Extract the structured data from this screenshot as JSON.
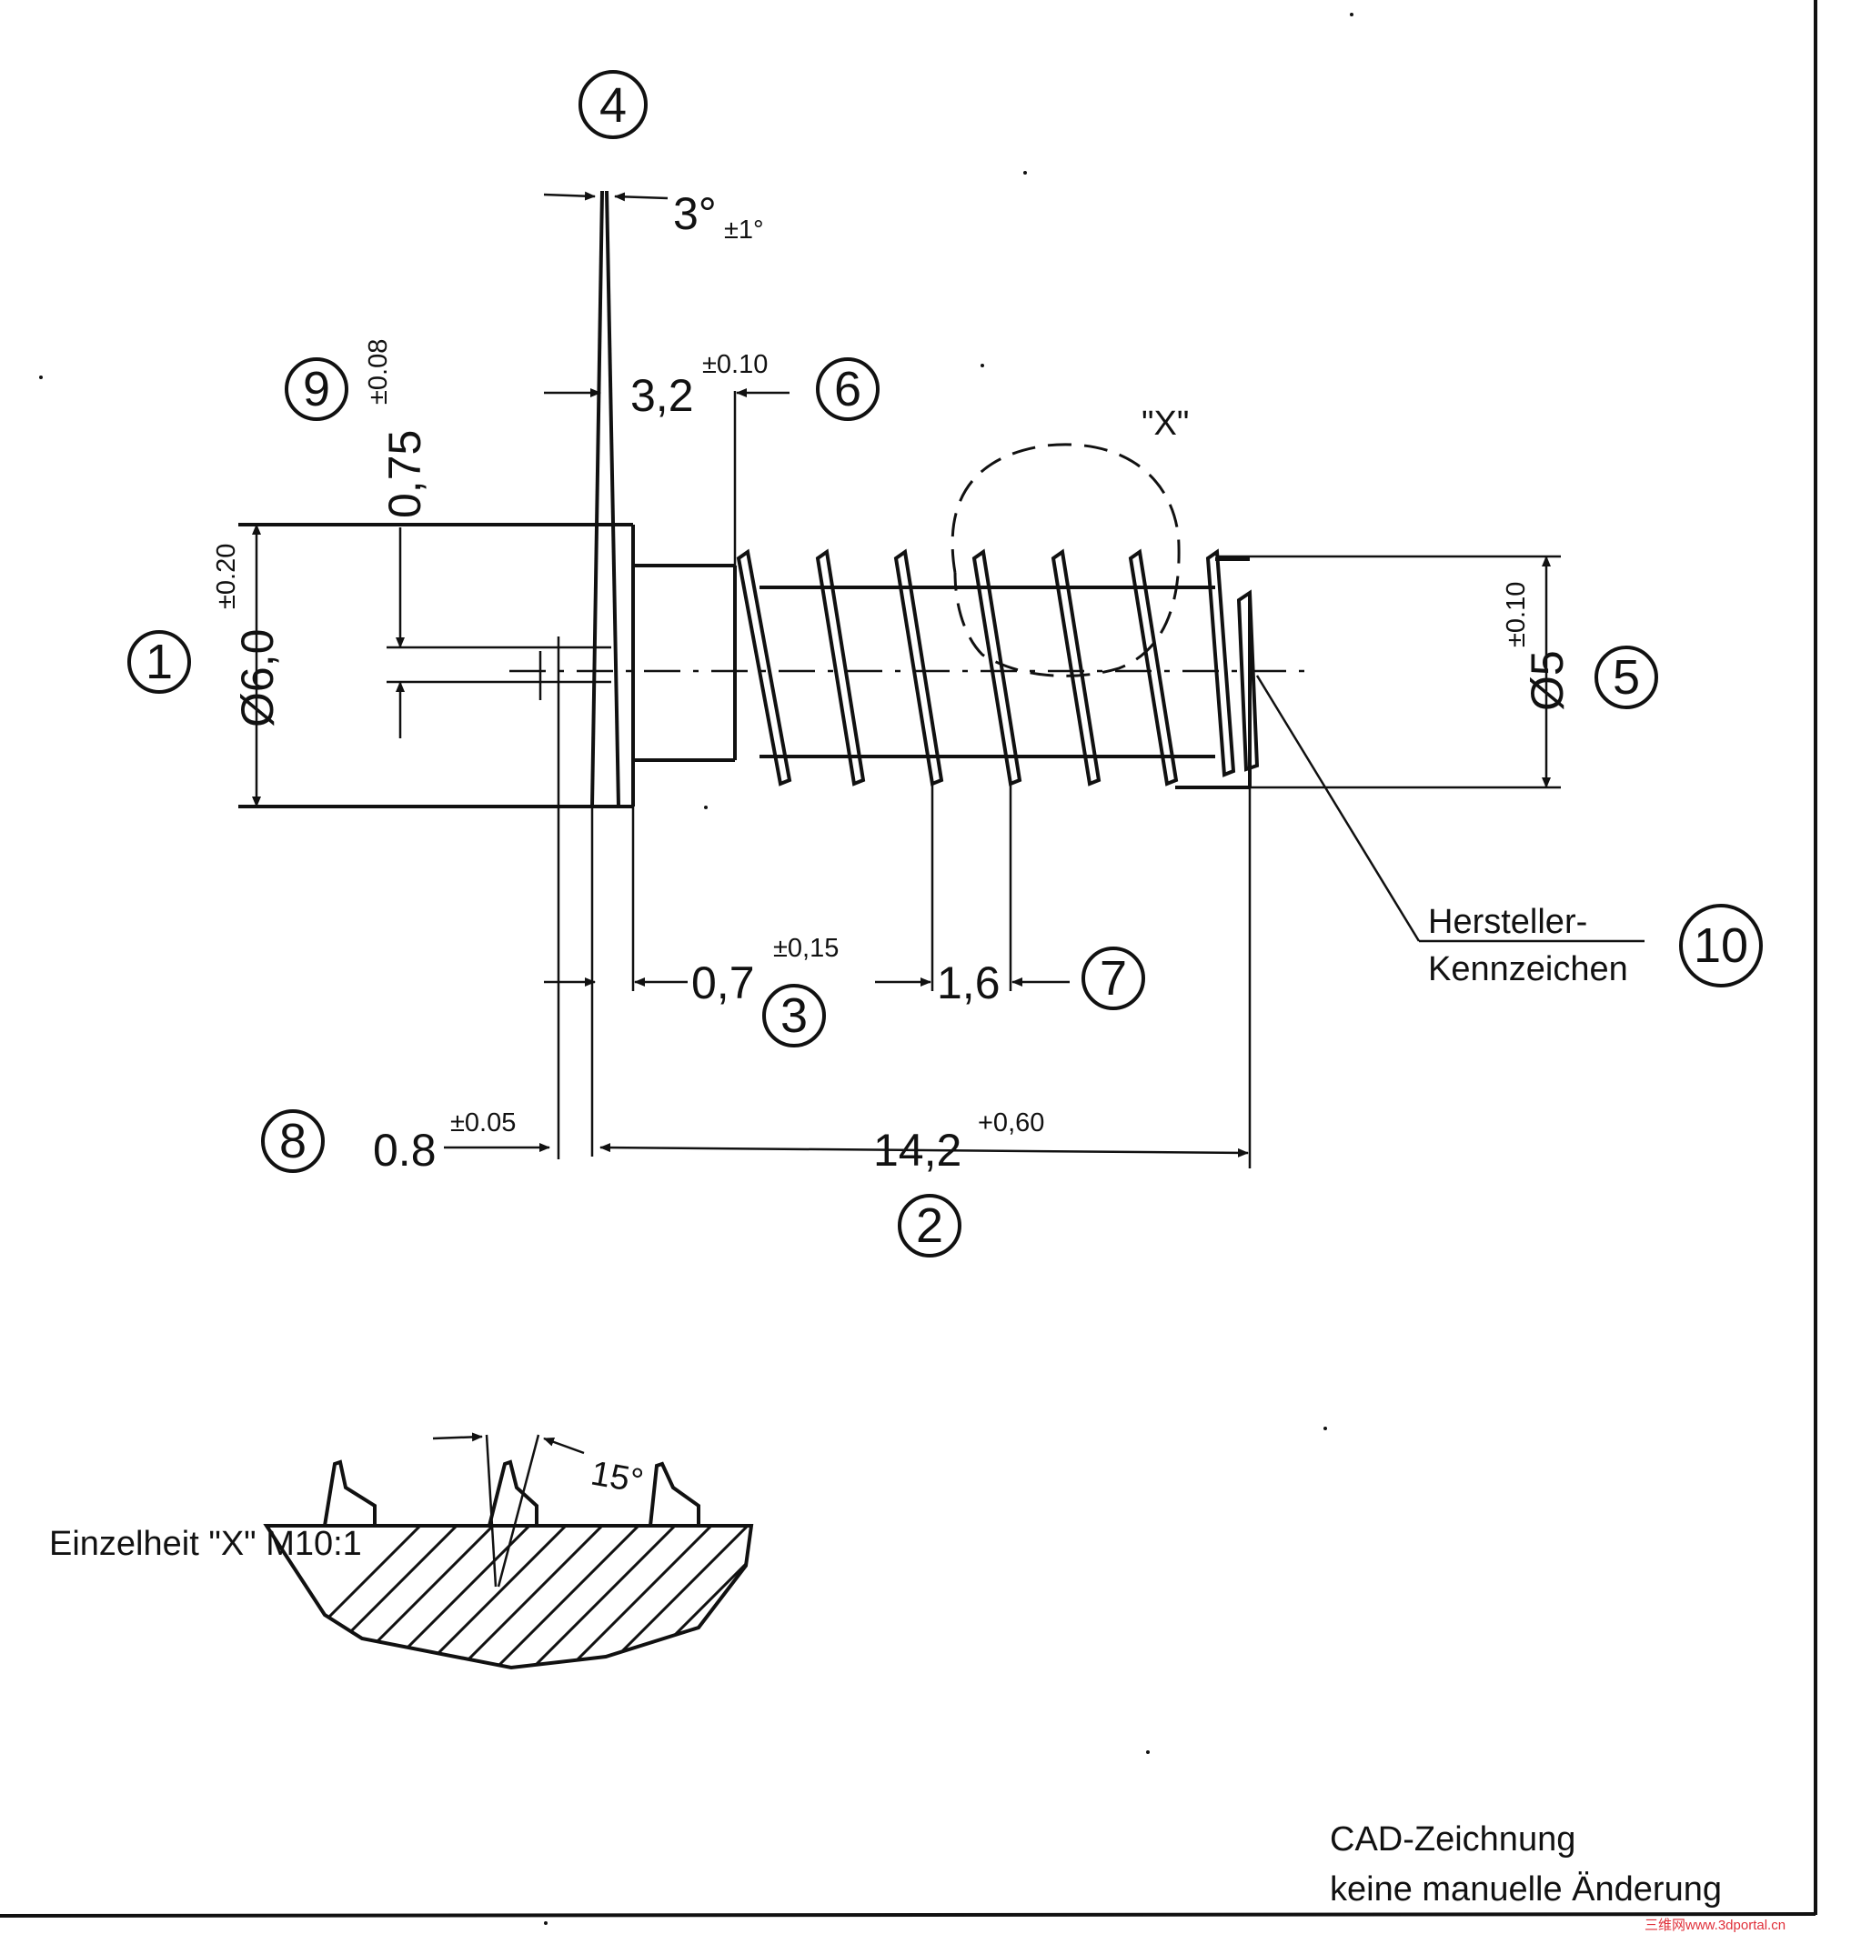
{
  "labels": {
    "dim_dia6": "Ø6,0",
    "dim_dia6_tol": "±0.20",
    "dim_075": "0,75",
    "dim_075_tol": "±0.08",
    "dim_angle3": "3°",
    "dim_angle3_tol": "±1°",
    "dim_32": "3,2",
    "dim_32_tol": "±0.10",
    "dim_dia5": "Ø5",
    "dim_dia5_tol": "±0.10",
    "dim_07": "0,7",
    "dim_07_tol": "±0,15",
    "dim_16": "1,6",
    "dim_08": "0.8",
    "dim_08_tol": "±0.05",
    "dim_142": "14,2",
    "dim_142_tol": "+0,60",
    "detail_ref": "\"X\"",
    "manufacturer_line1": "Hersteller-",
    "manufacturer_line2": "Kennzeichen",
    "detail_title": "Einzelheit \"X\" M10:1",
    "detail_angle": "15°",
    "footer_line1": "CAD-Zeichnung",
    "footer_line2": "keine manuelle Änderung",
    "watermark": "三维网www.3dportal.cn"
  },
  "balloons": [
    "1",
    "2",
    "3",
    "4",
    "5",
    "6",
    "7",
    "8",
    "9",
    "10"
  ]
}
